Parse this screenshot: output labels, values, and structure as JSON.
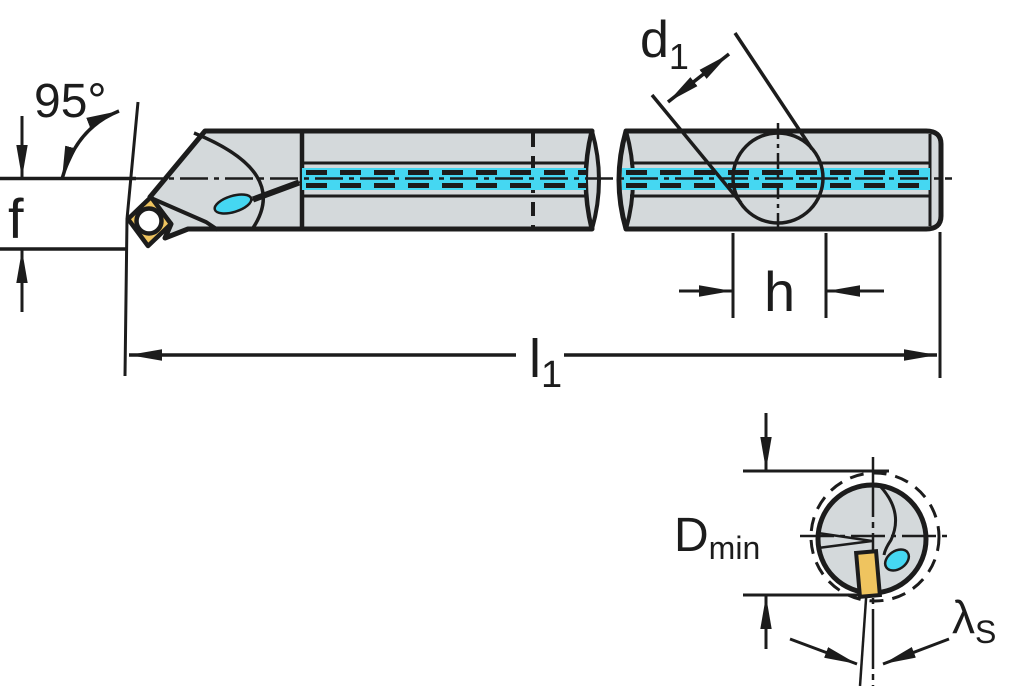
{
  "diagram": {
    "kind": "technical-dimension-drawing",
    "subject": "Boring bar with indexable insert, internal coolant — side view, length section and end view",
    "labels": {
      "approach_angle": "95°",
      "f": "f",
      "d1_base": "d",
      "d1_sub": "1",
      "h": "h",
      "l1_base": "l",
      "l1_sub": "1",
      "dmin_base": "D",
      "dmin_sub": "min",
      "lambda_base": "λ",
      "lambda_sub": "S"
    },
    "colors": {
      "outline": "#1c1c1c",
      "body": "#d4d9db",
      "coolant": "#45d7f2",
      "insert": "#efc45f",
      "background": "#ffffff"
    }
  }
}
